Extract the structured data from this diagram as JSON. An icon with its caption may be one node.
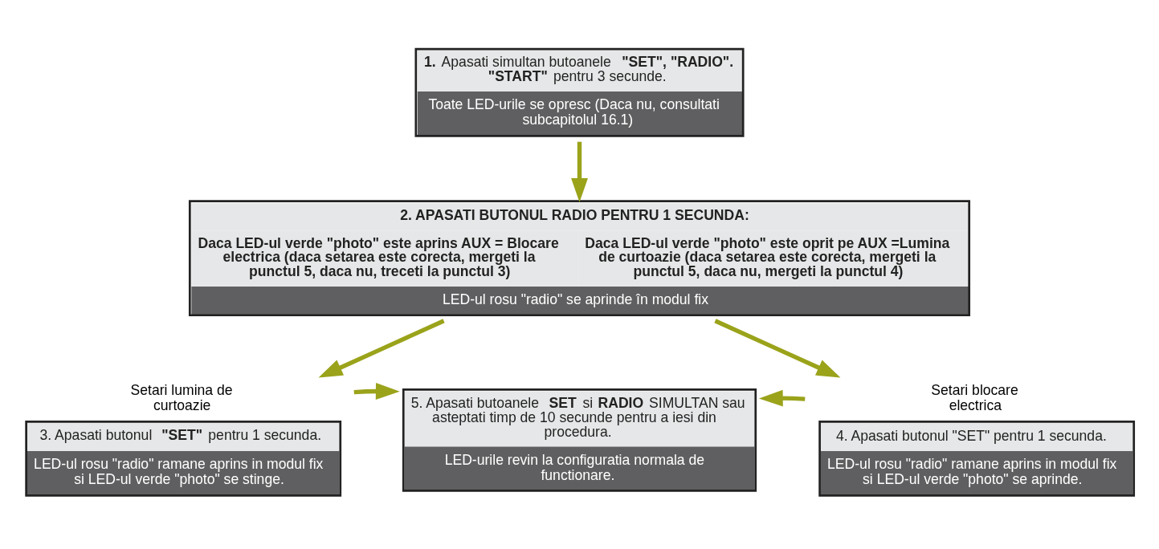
{
  "diagram": {
    "nodes": [
      {
        "text": [
          "**1.** Apasati simultan butoanele **\"SET\", \"RADIO\". \"START\"** pentru 3 secunde.",
          "Toate LED-urile se opresc (Daca nu, consultati subcapitolul 16.1)"
        ]
      },
      {
        "text": [
          "2. APASATI BUTONUL RADIO PENTRU 1 SECUNDA:",
          "Daca LED-ul verde \"photo\" este aprins AUX = Blocare electrica (daca setarea este corecta, mergeti la punctul 5, daca nu, treceti la punctul 3)",
          "Daca LED-ul verde \"photo\" este oprit pe AUX =Lumina de curtoazie (daca setarea este corecta, mergeti la punctul 5, daca nu, mergeti la punctul 4)",
          "LED-ul rosu \"radio\" se aprinde în modul fix"
        ]
      },
      {
        "text": [
          "3. Apasati butonul **\"SET\"** pentru 1 secunda.",
          "LED-ul rosu \"radio\" ramane aprins in modul fix si LED-ul verde \"photo\" se stinge."
        ],
        "beside": [
          "Setari lumina de curtoazie"
        ]
      },
      {
        "text": [
          "5. Apasati butoanele **SET** si **RADIO** SIMULTAN sau asteptati timp de 10 secunde pentru a iesi din procedura.",
          "LED-urile revin la configuratia normala de functionare."
        ]
      },
      {
        "text": [
          "4. Apasati butonul \"SET\" pentru 1 secunda.",
          "LED-ul rosu \"radio\" ramane aprins in modul fix si LED-ul verde \"photo\" se aprinde."
        ],
        "beside": [
          "Setari blocare electrica"
        ]
      }
    ],
    "edges": [
      {
        "from": 0,
        "to": 1,
        "arrow": "to"
      },
      {
        "from": 1,
        "to": 2,
        "arrow": "to"
      },
      {
        "from": 1,
        "to": 4,
        "arrow": "to"
      },
      {
        "from": 2,
        "to": 3,
        "arrow": "to"
      },
      {
        "from": 4,
        "to": 3,
        "arrow": "to"
      }
    ]
  }
}
